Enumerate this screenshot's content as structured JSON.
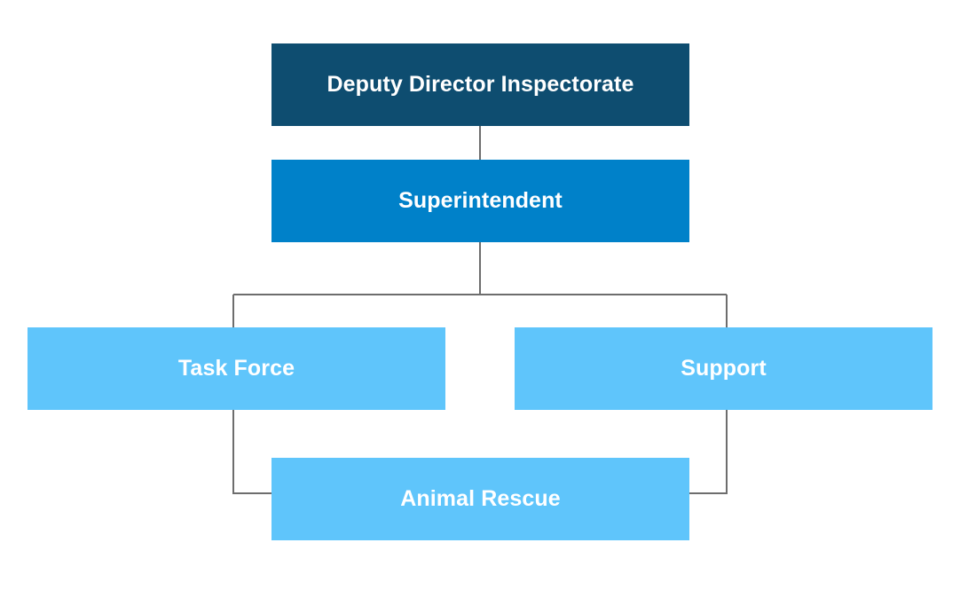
{
  "colors": {
    "level1": "#0e4d70",
    "level2": "#0081c9",
    "level3": "#5fc5fb",
    "text": "#ffffff",
    "connector": "#6d6d6d",
    "background": "#ffffff"
  },
  "nodes": {
    "deputy_director": "Deputy Director Inspectorate",
    "superintendent": "Superintendent",
    "task_force": "Task Force",
    "support": "Support",
    "animal_rescue": "Animal Rescue"
  }
}
